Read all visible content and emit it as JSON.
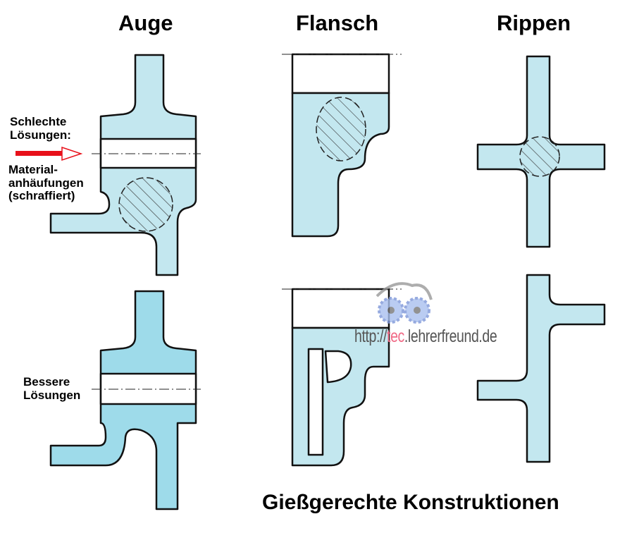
{
  "headings": {
    "auge": "Auge",
    "flansch": "Flansch",
    "rippen": "Rippen"
  },
  "labels": {
    "bad": "Schlechte\nLösungen:",
    "material": "Material-\nanhäufungen\n(schraffiert)",
    "better": "Bessere\nLösungen"
  },
  "title": "Gießgerechte Konstruktionen",
  "watermark": {
    "prefix": "http://",
    "tec": "tec",
    "rest": ".lehrerfreund.de"
  },
  "colors": {
    "fill": "#c3e7ef",
    "fill_dark": "#9edbea",
    "arrow": "#e8101a"
  }
}
